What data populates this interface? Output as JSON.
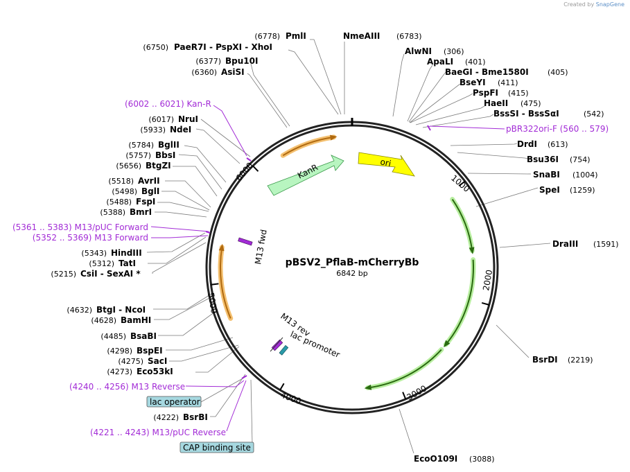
{
  "credit": {
    "prefix": "Created by",
    "brand": "SnapGene"
  },
  "plasmid": {
    "name": "pBSV2_PflaB-mCherryBb",
    "size_label": "6842 bp",
    "length": 6842
  },
  "ticks": [
    "1000",
    "2000",
    "3000",
    "4000",
    "5000",
    "6000"
  ],
  "enzymes": [
    {
      "name": "PmlI",
      "pos": "(6778)"
    },
    {
      "name": "NmeAIII",
      "pos": "(6783)"
    },
    {
      "name": "PaeR7I  -  PspXI  -  XhoI",
      "pos": "(6750)"
    },
    {
      "name": "Bpu10I",
      "pos": "(6377)"
    },
    {
      "name": "AsiSI",
      "pos": "(6360)"
    },
    {
      "name": "AlwNI",
      "pos": "(306)"
    },
    {
      "name": "ApaLI",
      "pos": "(401)"
    },
    {
      "name": "BaeGI  -  Bme1580I",
      "pos": "(405)"
    },
    {
      "name": "BseYI",
      "pos": "(411)"
    },
    {
      "name": "PspFI",
      "pos": "(415)"
    },
    {
      "name": "HaeII",
      "pos": "(475)"
    },
    {
      "name": "BssSI  -  BssSαI",
      "pos": "(542)"
    },
    {
      "name": "DrdI",
      "pos": "(613)"
    },
    {
      "name": "Bsu36I",
      "pos": "(754)"
    },
    {
      "name": "SnaBI",
      "pos": "(1004)"
    },
    {
      "name": "SpeI",
      "pos": "(1259)"
    },
    {
      "name": "DraIII",
      "pos": "(1591)"
    },
    {
      "name": "BsrDI",
      "pos": "(2219)"
    },
    {
      "name": "EcoO109I",
      "pos": "(3088)"
    },
    {
      "name": "NruI",
      "pos": "(6017)"
    },
    {
      "name": "NdeI",
      "pos": "(5933)"
    },
    {
      "name": "BglII",
      "pos": "(5784)"
    },
    {
      "name": "BbsI",
      "pos": "(5757)"
    },
    {
      "name": "BtgZI",
      "pos": "(5656)"
    },
    {
      "name": "AvrII",
      "pos": "(5518)"
    },
    {
      "name": "BglI",
      "pos": "(5498)"
    },
    {
      "name": "FspI",
      "pos": "(5488)"
    },
    {
      "name": "BmrI",
      "pos": "(5388)"
    },
    {
      "name": "HindIII",
      "pos": "(5343)"
    },
    {
      "name": "TatI",
      "pos": "(5312)"
    },
    {
      "name": "CsiI  -  SexAI *",
      "pos": "(5215)"
    },
    {
      "name": "BtgI  -  NcoI",
      "pos": "(4632)"
    },
    {
      "name": "BamHI",
      "pos": "(4628)"
    },
    {
      "name": "BsaBI",
      "pos": "(4485)"
    },
    {
      "name": "BspEI",
      "pos": "(4298)"
    },
    {
      "name": "SacI",
      "pos": "(4275)"
    },
    {
      "name": "Eco53kI",
      "pos": "(4273)"
    },
    {
      "name": "BsrBI",
      "pos": "(4222)"
    }
  ],
  "primers": [
    {
      "range": "(6002 .. 6021)",
      "name": "Kan-R"
    },
    {
      "range": "(560 .. 579)",
      "name": "pBR322ori-F"
    },
    {
      "range": "(5361 .. 5383)",
      "name": "M13/pUC Forward"
    },
    {
      "range": "(5352 .. 5369)",
      "name": "M13 Forward"
    },
    {
      "range": "(4240 .. 4256)",
      "name": "M13 Reverse"
    },
    {
      "range": "(4221 .. 4243)",
      "name": "M13/pUC Reverse"
    }
  ],
  "boxes": [
    {
      "name": "lac operator"
    },
    {
      "name": "CAP binding site"
    }
  ],
  "features": [
    {
      "name": "KanR",
      "color": "#b8f5c0"
    },
    {
      "name": "ori",
      "color": "#ffff00"
    },
    {
      "name": "M13 fwd",
      "color": "#a22bd6"
    },
    {
      "name": "M13 rev",
      "color": "#a22bd6"
    },
    {
      "name": "lac promoter",
      "color": "#2a9aa8"
    }
  ],
  "colors": {
    "primer": "#a22bd6",
    "orange": "#f0a030",
    "green_glow": "#b8eea0",
    "leader": "#777777"
  }
}
